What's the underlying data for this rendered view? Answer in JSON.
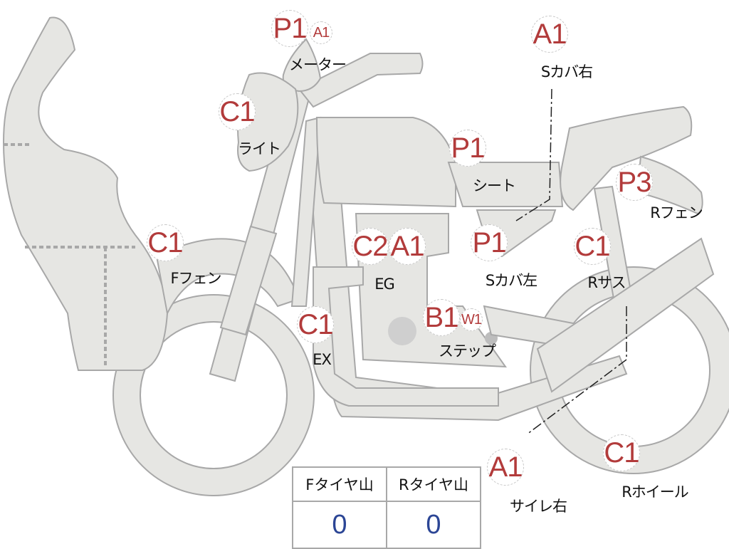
{
  "parts": [
    {
      "id": "meter",
      "label": "メーター",
      "codes": [
        "P1",
        "A1"
      ]
    },
    {
      "id": "light",
      "label": "ライト",
      "codes": [
        "C1"
      ]
    },
    {
      "id": "side-cover-right",
      "label": "Sカバ右",
      "codes": [
        "A1"
      ]
    },
    {
      "id": "seat",
      "label": "シート",
      "codes": [
        "P1"
      ]
    },
    {
      "id": "rear-fender",
      "label": "Rフェン",
      "codes": [
        "P3"
      ]
    },
    {
      "id": "front-fender",
      "label": "Fフェン",
      "codes": [
        "C1"
      ]
    },
    {
      "id": "engine",
      "label": "EG",
      "codes": [
        "C2",
        "A1"
      ]
    },
    {
      "id": "side-cover-left",
      "label": "Sカバ左",
      "codes": [
        "P1"
      ]
    },
    {
      "id": "rear-suspension",
      "label": "Rサス",
      "codes": [
        "C1"
      ]
    },
    {
      "id": "exhaust",
      "label": "EX",
      "codes": [
        "C1"
      ]
    },
    {
      "id": "step",
      "label": "ステップ",
      "codes": [
        "B1",
        "W1"
      ]
    },
    {
      "id": "silencer-right",
      "label": "サイレ右",
      "codes": [
        "A1"
      ]
    },
    {
      "id": "rear-wheel",
      "label": "Rホイール",
      "codes": [
        "C1"
      ]
    }
  ],
  "tires": {
    "headers": [
      "Fタイヤ山",
      "Rタイヤ山"
    ],
    "values": [
      "0",
      "0"
    ]
  },
  "colors": {
    "code": "#b23b3b",
    "value": "#2b4595",
    "part_fill": "#e6e6e3"
  }
}
